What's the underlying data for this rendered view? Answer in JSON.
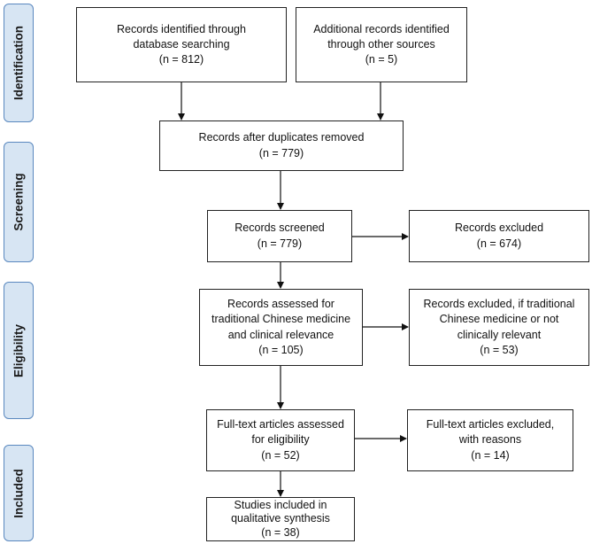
{
  "phases": [
    {
      "id": "identification",
      "label": "Identification"
    },
    {
      "id": "screening",
      "label": "Screening"
    },
    {
      "id": "eligibility",
      "label": "Eligibility"
    },
    {
      "id": "included",
      "label": "Included"
    }
  ],
  "boxes": {
    "database_search": {
      "lines": [
        "Records identified through",
        "database searching",
        "(n = 812)"
      ]
    },
    "other_sources": {
      "lines": [
        "Additional records identified",
        "through other sources",
        "(n = 5)"
      ]
    },
    "after_duplicates": {
      "lines": [
        "Records after duplicates removed",
        "(n = 779)"
      ]
    },
    "screened": {
      "lines": [
        "Records screened",
        "(n = 779)"
      ]
    },
    "excluded": {
      "lines": [
        "Records excluded",
        "(n = 674)"
      ]
    },
    "assessed_tcm": {
      "lines": [
        "Records assessed for",
        "traditional Chinese medicine",
        "and clinical relevance",
        "(n = 105)"
      ]
    },
    "excluded_tcm": {
      "lines": [
        "Records excluded, if traditional",
        "Chinese medicine or not",
        "clinically relevant",
        "(n = 53)"
      ]
    },
    "fulltext_assessed": {
      "lines": [
        "Full-text articles assessed",
        "for eligibility",
        "(n = 52)"
      ]
    },
    "fulltext_excluded": {
      "lines": [
        "Full-text articles excluded,",
        "with reasons",
        "(n = 14)"
      ]
    },
    "included_studies": {
      "lines": [
        "Studies included in",
        "qualitative synthesis",
        "(n = 38)"
      ]
    }
  }
}
